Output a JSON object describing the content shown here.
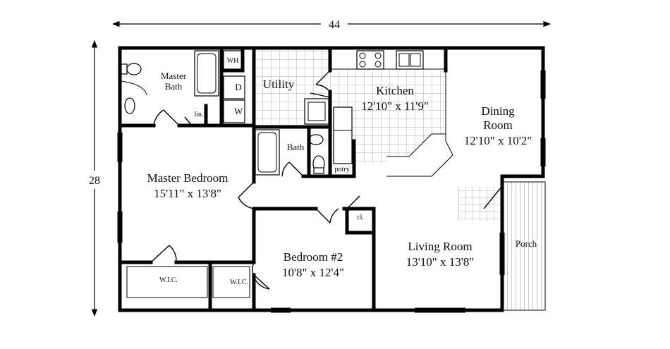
{
  "dimensions": {
    "width": "44",
    "depth": "28"
  },
  "rooms": {
    "master_bath": {
      "line1": "Master",
      "line2": "Bath"
    },
    "water_heater": "WH",
    "dryer": "D",
    "washer": "W",
    "utility": "Utility",
    "linen": "lin.",
    "kitchen": {
      "name": "Kitchen",
      "size": "12'10\" x 11'9\""
    },
    "dining": {
      "line1": "Dining",
      "line2": "Room",
      "size": "12'10\" x 10'2\""
    },
    "bath": "Bath",
    "pantry": "pntry.",
    "master_bedroom": {
      "name": "Master Bedroom",
      "size": "15'11\" x 13'8\""
    },
    "closet": "cl.",
    "bedroom2": {
      "name": "Bedroom #2",
      "size": "10'8\" x 12'4\""
    },
    "living": {
      "name": "Living Room",
      "size": "13'10\" x 13'8\""
    },
    "porch": "Porch",
    "wic_master": "W.I.C.",
    "wic_bedroom2": "W.I.C."
  }
}
